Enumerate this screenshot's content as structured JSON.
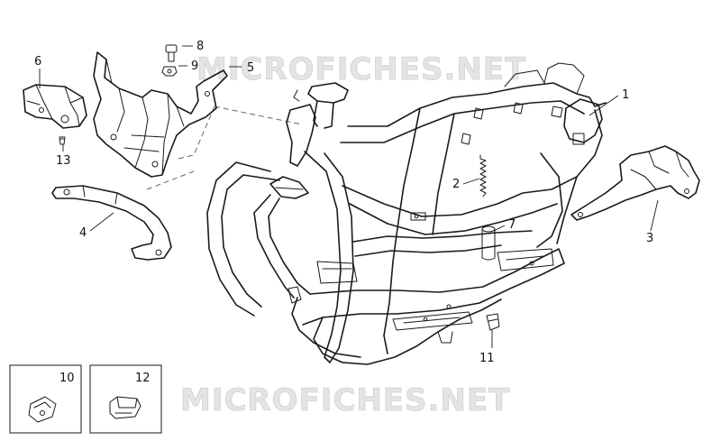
{
  "watermark": {
    "top": "MICROFICHES.NET",
    "bottom": "MICROFICHES.NET"
  },
  "callouts": {
    "c1": "1",
    "c2": "2",
    "c3": "3",
    "c4": "4",
    "c5": "5",
    "c6": "6",
    "c7": "7",
    "c8": "8",
    "c9": "9",
    "c11": "11",
    "c13": "13"
  },
  "inset_boxes": {
    "b10": "10",
    "b12": "12"
  }
}
